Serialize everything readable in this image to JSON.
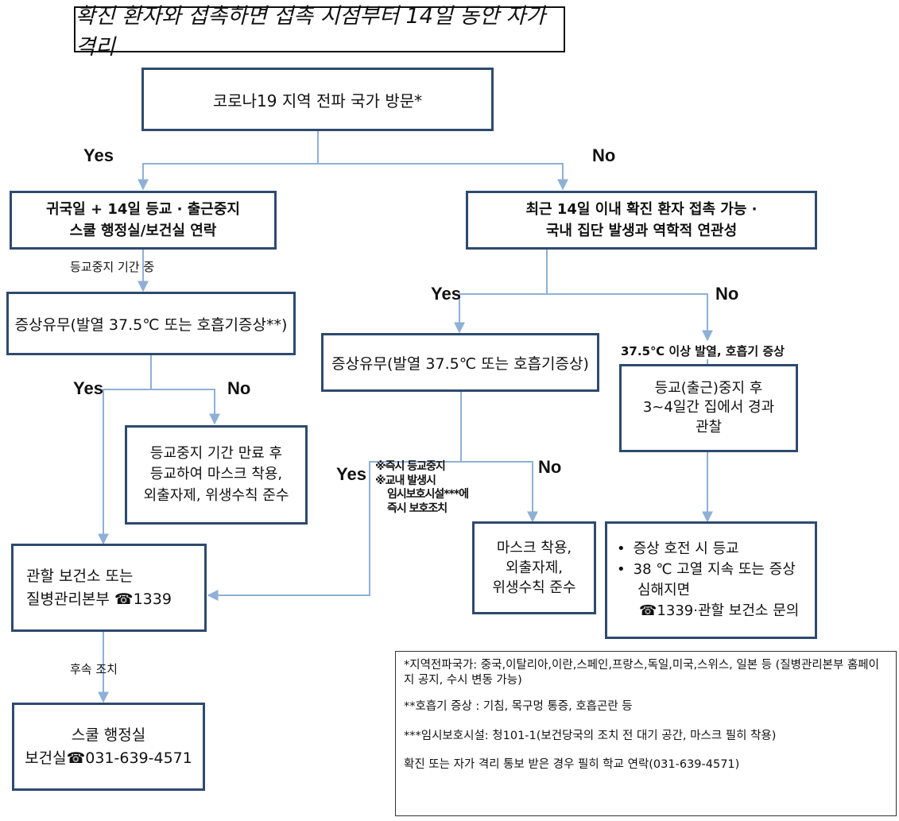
{
  "title": "확진 환자와 접촉하면 접촉 시점부터 14일 동안 자가 격리",
  "boxes": {
    "visit": "코로나19 지역 전파 국가 방문*",
    "return_l1": "귀국일 + 14일 등교 · 출근중지",
    "return_l2": "스쿨 행정실/보건실 연락",
    "contact_l1": "최근 14일 이내 확진 환자 접촉 가능 ·",
    "contact_l2": "국내 집단 발생과 역학적 연관성",
    "symptom_left": "증상유무(발열 37.5℃ 또는 호흡기증상**)",
    "symptom_mid": "증상유무(발열 37.5℃ 또는 호흡기증상)",
    "resume_l1": "등교중지 기간 만료 후",
    "resume_l2": "등교하여 마스크 착용,",
    "resume_l3": "외출자제, 위생수칙 준수",
    "home_l1": "등교(출근)중지 후",
    "home_l2": "3~4일간 집에서 경과",
    "home_l3": "관찰",
    "mask_l1": "마스크 착용,",
    "mask_l2": "외출자제,",
    "mask_l3": "위생수칙 준수",
    "health_center_l1": "관할 보건소 또는",
    "health_center_l2": "질병관리본부 ☎1339",
    "after_b1": "증상 호전 시 등교",
    "after_b2_l1": "38 ℃ 고열 지속 또는 증상",
    "after_b2_l2": "심해지면",
    "after_b2_l3": "☎1339·관할 보건소 문의",
    "school_l1": "스쿨 행정실",
    "school_l2": "보건실☎031-639-4571"
  },
  "labels": {
    "yes": "Yes",
    "no": "No",
    "suspension_period": "등교중지  기간 중",
    "fever_resp": "37.5℃ 이상 발열, 호흡기 증상",
    "followup": "후속 조치",
    "immediate_l1": "※즉시 등교중지",
    "immediate_l2": "※교내 발생시",
    "immediate_l3": "임시보호시설***에",
    "immediate_l4": "즉시 보호조치"
  },
  "notes": {
    "n1": "*지역전파국가: 중국,이탈리아,이란,스페인,프랑스,독일,미국,스위스,  일본 등 (질병관리본부 홈페이지 공지, 수시 변동 가능)",
    "n2": "**호흡기 증상 : 기침, 목구멍 통증, 호흡곤란 등",
    "n3": "***임시보호시설: 청101-1(보건당국의 조치 전 대기 공간, 마스크 필히 착용)",
    "n4": "확진 또는 자가 격리 통보 받은 경우 필히 학교 연락(031-639-4571)"
  },
  "colors": {
    "box_border": "#2e4a6e",
    "connector": "#8fb0d6"
  }
}
